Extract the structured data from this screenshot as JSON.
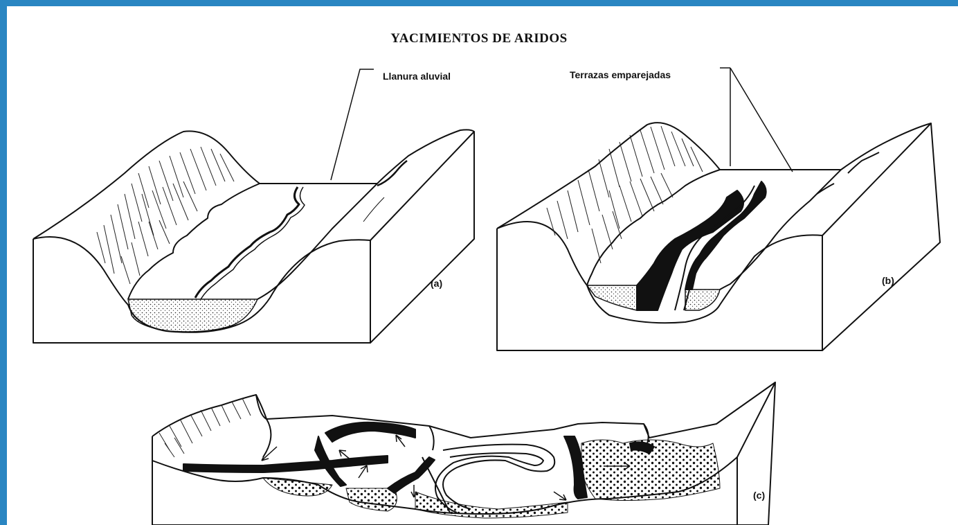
{
  "diagram": {
    "title": "YACIMIENTOS DE ARIDOS",
    "labels": {
      "llanura": "Llanura aluvial",
      "terrazas": "Terrazas emparejadas",
      "a": "(a)",
      "b": "(b)",
      "c": "(c)"
    },
    "panels": [
      {
        "id": "a",
        "feature": "Llanura aluvial"
      },
      {
        "id": "b",
        "feature": "Terrazas emparejadas"
      },
      {
        "id": "c",
        "feature": ""
      }
    ]
  }
}
